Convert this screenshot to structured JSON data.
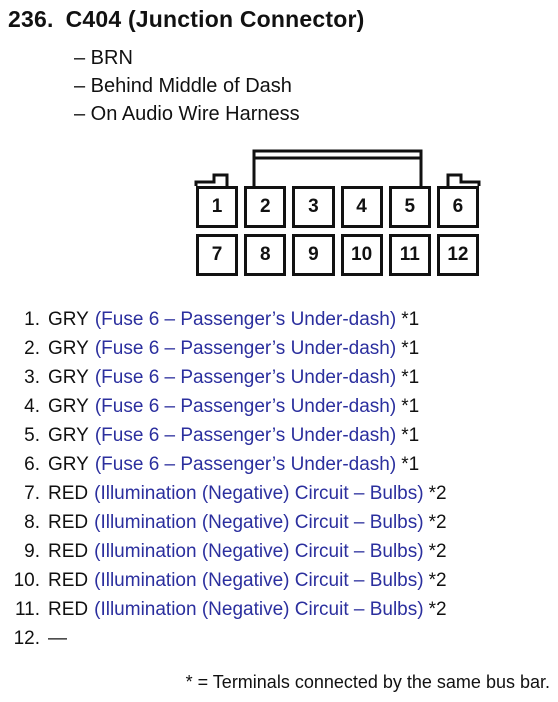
{
  "header": {
    "number": "236.",
    "name": "C404 (Junction Connector)"
  },
  "details": [
    "– BRN",
    "– Behind Middle of Dash",
    "– On Audio Wire Harness"
  ],
  "connector": {
    "pins": [
      "1",
      "2",
      "3",
      "4",
      "5",
      "6",
      "7",
      "8",
      "9",
      "10",
      "11",
      "12"
    ]
  },
  "wires": [
    {
      "index": "1.",
      "color": "GRY",
      "desc": "(Fuse 6 – Passenger’s Under-dash)",
      "mark": "*1"
    },
    {
      "index": "2.",
      "color": "GRY",
      "desc": "(Fuse 6 – Passenger’s Under-dash)",
      "mark": "*1"
    },
    {
      "index": "3.",
      "color": "GRY",
      "desc": "(Fuse 6 – Passenger’s Under-dash)",
      "mark": "*1"
    },
    {
      "index": "4.",
      "color": "GRY",
      "desc": "(Fuse 6 – Passenger’s Under-dash)",
      "mark": "*1"
    },
    {
      "index": "5.",
      "color": "GRY",
      "desc": "(Fuse 6 – Passenger’s Under-dash)",
      "mark": "*1"
    },
    {
      "index": "6.",
      "color": "GRY",
      "desc": "(Fuse 6 – Passenger’s Under-dash)",
      "mark": "*1"
    },
    {
      "index": "7.",
      "color": "RED",
      "desc": "(Illumination (Negative) Circuit – Bulbs)",
      "mark": "*2"
    },
    {
      "index": "8.",
      "color": "RED",
      "desc": "(Illumination (Negative) Circuit – Bulbs)",
      "mark": "*2"
    },
    {
      "index": "9.",
      "color": "RED",
      "desc": "(Illumination (Negative) Circuit – Bulbs)",
      "mark": "*2"
    },
    {
      "index": "10.",
      "color": "RED",
      "desc": "(Illumination (Negative) Circuit – Bulbs)",
      "mark": "*2"
    },
    {
      "index": "11.",
      "color": "RED",
      "desc": "(Illumination (Negative) Circuit – Bulbs)",
      "mark": "*2"
    },
    {
      "index": "12.",
      "color": "—",
      "desc": "",
      "mark": ""
    }
  ],
  "footnote": "* = Terminals connected by the same bus bar.",
  "colors": {
    "text": "#111111",
    "description": "#2b2f9e"
  }
}
